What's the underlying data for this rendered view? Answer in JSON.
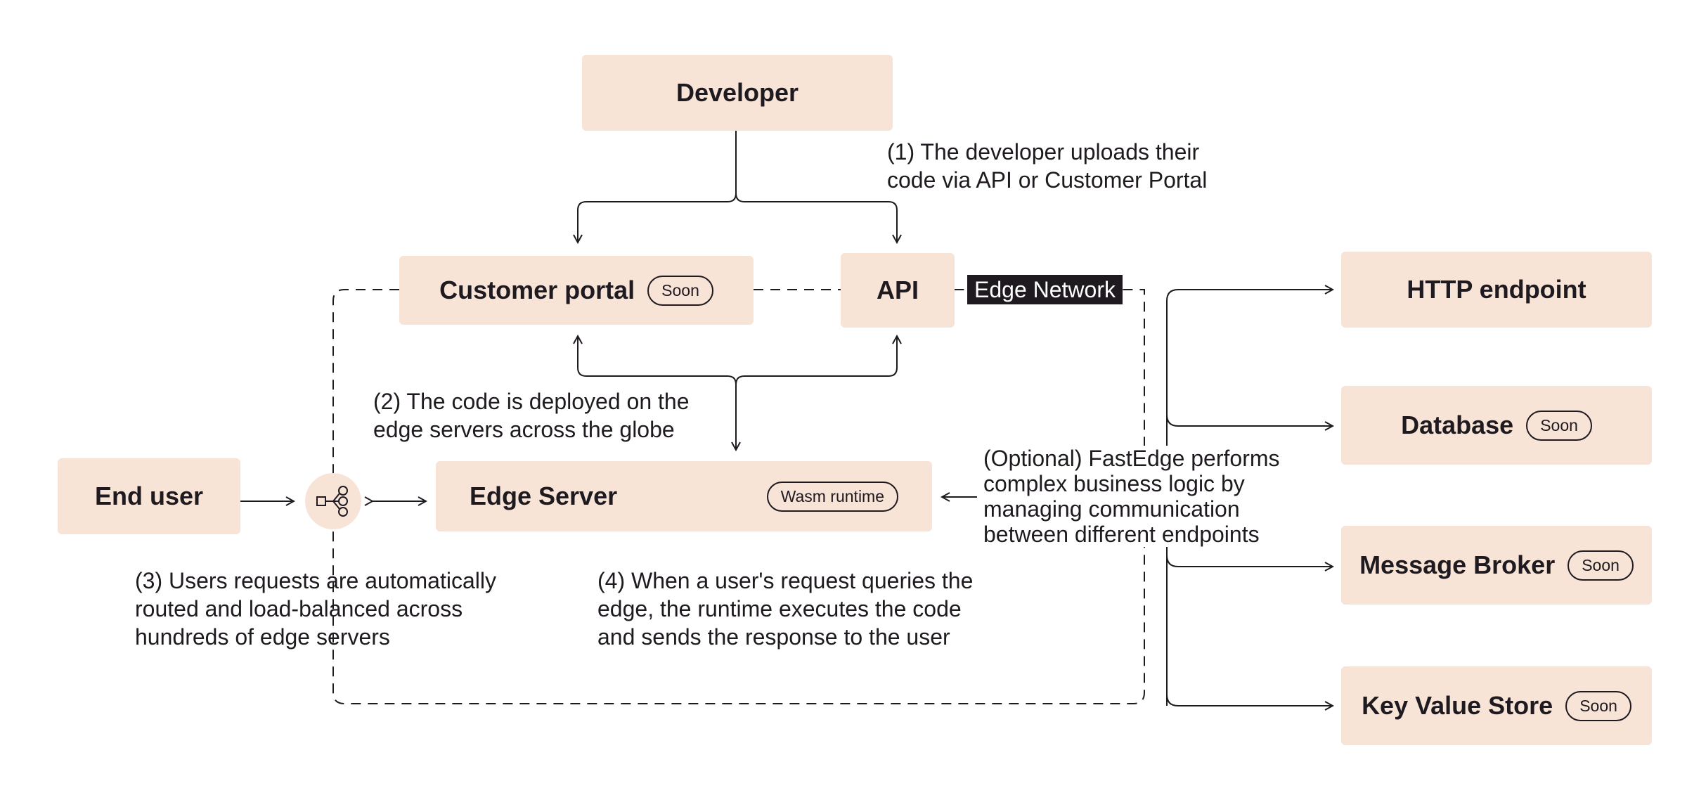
{
  "nodes": {
    "developer": "Developer",
    "customer_portal": "Customer portal",
    "api": "API",
    "edge_server": "Edge Server",
    "end_user": "End user",
    "http_endpoint": "HTTP endpoint",
    "database": "Database",
    "message_broker": "Message Broker",
    "key_value_store": "Key Value Store"
  },
  "badges": {
    "soon": "Soon",
    "wasm_runtime": "Wasm runtime"
  },
  "region_label": "Edge Network",
  "notes": {
    "step1": [
      "(1) The developer uploads their",
      "code via API or Customer Portal"
    ],
    "step2": [
      "(2) The code is deployed on the",
      "edge servers across the globe"
    ],
    "step3": [
      "(3) Users requests are automatically",
      "routed and load-balanced across",
      "hundreds of edge servers"
    ],
    "step4": [
      "(4) When a user's request queries the",
      "edge, the runtime executes the code",
      "and sends the response to the user"
    ],
    "optional": [
      "(Optional) FastEdge performs",
      "complex business logic by",
      "managing communication",
      "between different endpoints"
    ]
  },
  "icons": {
    "load_balancer": "network-branch-icon"
  },
  "colors": {
    "box_fill": "#f8e4d7",
    "ink": "#1e1a1f",
    "tag_bg": "#1e1a1f",
    "tag_text": "#ffffff"
  }
}
